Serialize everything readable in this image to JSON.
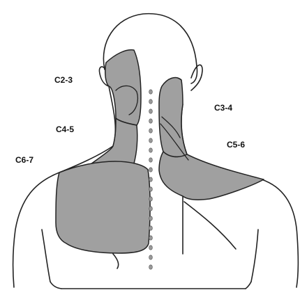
{
  "labels": {
    "c2_3": "C2-3",
    "c3_4": "C3-4",
    "c4_5": "C4-5",
    "c5_6": "C5-6",
    "c6_7": "C6-7"
  },
  "colors": {
    "region_fill": "#a0a0a0",
    "outline": "#222222",
    "spine_dots": "#999999",
    "background": "#ffffff"
  }
}
